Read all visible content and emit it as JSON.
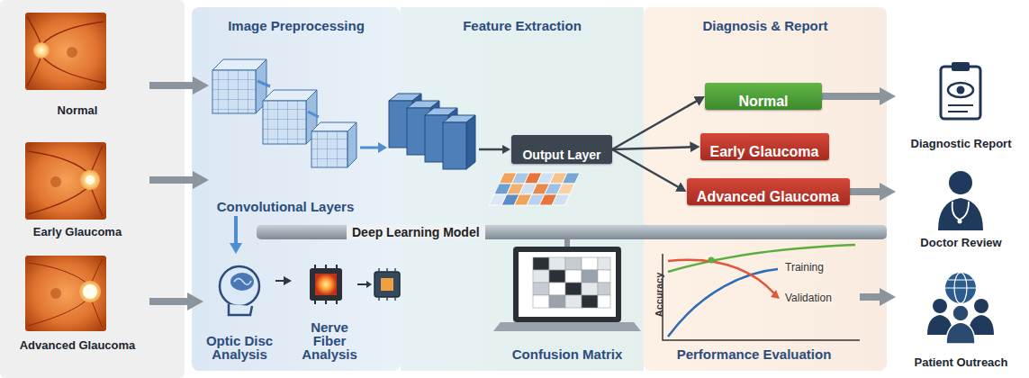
{
  "diagram": {
    "nodes": [
      {
        "text": [
          "Normal"
        ]
      },
      {
        "text": [
          "Early Glaucoma"
        ]
      },
      {
        "text": [
          "Advanced Glaucoma"
        ]
      },
      {
        "text": [
          "Image Preprocessing"
        ]
      },
      {
        "text": [
          "Convolutional Layers"
        ],
        "in": 3
      },
      {
        "text": [
          "Optic Disc Analysis"
        ],
        "in": 3
      },
      {
        "text": [
          "Nerve Fiber Analysis"
        ],
        "in": 3
      },
      {
        "text": [
          "Feature Extraction"
        ]
      },
      {
        "text": [
          "Output Layer"
        ],
        "in": 7
      },
      {
        "text": [
          "Confusion Matrix"
        ],
        "in": 7
      },
      {
        "text": [
          "Diagnosis & Report"
        ]
      },
      {
        "text": [
          "Normal"
        ],
        "in": 10
      },
      {
        "text": [
          "Early Glaucoma"
        ],
        "in": 10
      },
      {
        "text": [
          "Advanced Glaucoma"
        ],
        "in": 10
      },
      {
        "text": [
          "Accuracy",
          "Training",
          "Validation",
          "Performance Evaluation"
        ],
        "in": 10
      },
      {
        "text": [
          "Deep Learning Model"
        ]
      },
      {
        "text": [
          "Diagnostic Report"
        ]
      },
      {
        "text": [
          "Doctor Review"
        ]
      },
      {
        "text": [
          "Patient Outreach"
        ]
      }
    ],
    "edges": [
      {
        "from": 0,
        "to": 4,
        "arrow": "to"
      },
      {
        "from": 1,
        "to": 4,
        "arrow": "to"
      },
      {
        "from": 2,
        "to": 5,
        "arrow": "to"
      },
      {
        "from": 4,
        "to": 5,
        "arrow": "to"
      },
      {
        "from": 5,
        "to": 6,
        "arrow": "to"
      },
      {
        "from": 8,
        "to": 11,
        "arrow": "to"
      },
      {
        "from": 8,
        "to": 12,
        "arrow": "to"
      },
      {
        "from": 8,
        "to": 13,
        "arrow": "to"
      },
      {
        "from": 11,
        "to": 16,
        "arrow": "to"
      },
      {
        "from": 13,
        "to": 17,
        "arrow": "to"
      },
      {
        "from": 14,
        "to": 18,
        "arrow": "to"
      }
    ]
  }
}
